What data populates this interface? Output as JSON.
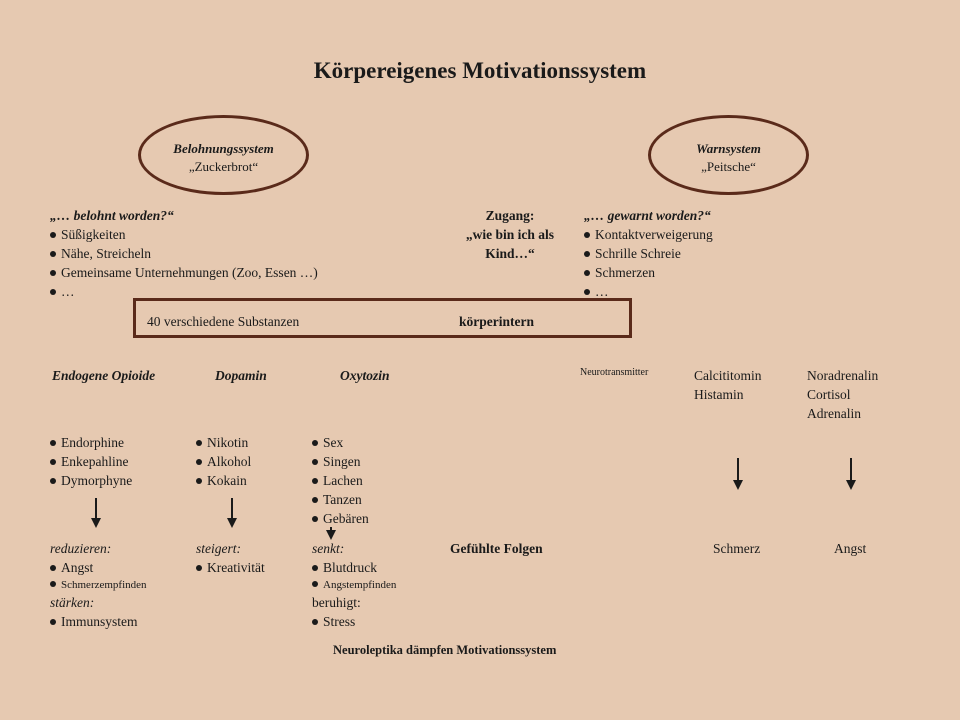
{
  "title": "Körpereigenes Motivationssystem",
  "reward": {
    "title": "Belohnungssystem",
    "subtitle": "„Zuckerbrot“"
  },
  "warn": {
    "title": "Warnsystem",
    "subtitle": "„Peitsche“"
  },
  "reward_list": {
    "heading": "„… belohnt worden?“",
    "items": [
      "Süßigkeiten",
      "Nähe, Streicheln",
      "Gemeinsame Unternehmungen (Zoo, Essen …)",
      "…"
    ]
  },
  "access": {
    "line1": "Zugang:",
    "line2": "„wie bin ich als",
    "line3": "Kind…“"
  },
  "warn_list": {
    "heading": "„… gewarnt worden?“",
    "items": [
      "Kontaktverweigerung",
      "Schrille Schreie",
      "Schmerzen",
      "…"
    ]
  },
  "box": {
    "left": "40 verschiedene Substanzen",
    "right": "körperintern"
  },
  "columns": {
    "opioide": {
      "title": "Endogene Opioide",
      "items": [
        "Endorphine",
        "Enkepahline",
        "Dymorphyne"
      ]
    },
    "dopamin": {
      "title": "Dopamin",
      "items": [
        "Nikotin",
        "Alkohol",
        "Kokain"
      ]
    },
    "oxytozin": {
      "title": "Oxytozin",
      "items": [
        "Sex",
        "Singen",
        "Lachen",
        "Tanzen",
        "Gebären"
      ]
    }
  },
  "neurotransmitter": "Neurotransmitter",
  "calcitonin": [
    "Calcititomin",
    "Histamin"
  ],
  "noradrenalin": [
    "Noradrenalin",
    "Cortisol",
    "Adrenalin"
  ],
  "effects": {
    "opioide": {
      "reduce_label": "reduzieren:",
      "reduce_items": [
        "Angst",
        "Schmerzempfinden"
      ],
      "strengthen_label": "stärken:",
      "strengthen_items": [
        "Immunsystem"
      ]
    },
    "dopamin": {
      "label": "steigert:",
      "items": [
        "Kreativität"
      ]
    },
    "oxytozin": {
      "lower_label": "senkt:",
      "lower_items": [
        "Blutdruck",
        "Angstempfinden"
      ],
      "calm_label": "beruhigt:",
      "calm_items": [
        "Stress"
      ]
    }
  },
  "felt": {
    "label": "Gefühlte Folgen",
    "pain": "Schmerz",
    "fear": "Angst"
  },
  "footer": "Neuroleptika dämpfen Motivationssystem"
}
